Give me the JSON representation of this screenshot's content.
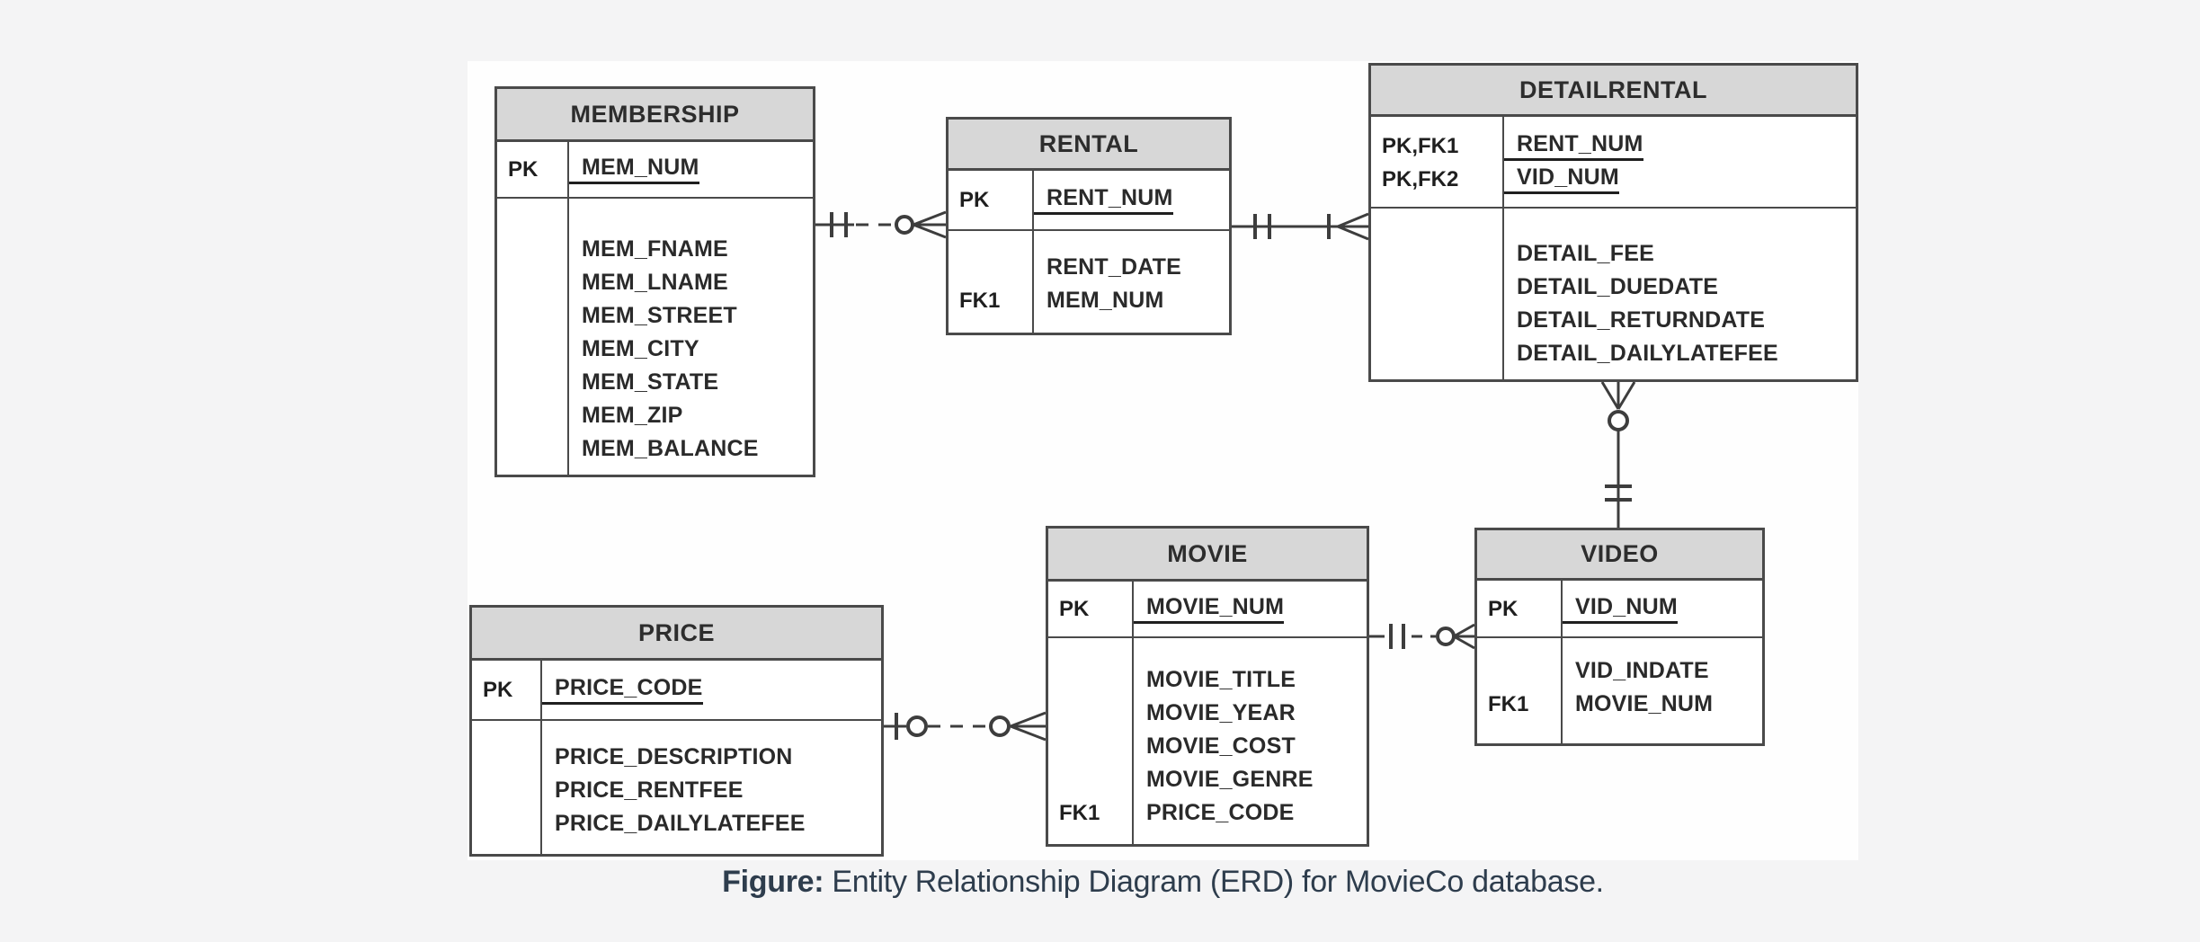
{
  "page": {
    "background_color": "#f4f4f5",
    "canvas_background_color": "#fefefe"
  },
  "colors": {
    "entity_header_fill": "#d7d7d7",
    "entity_border": "#4a4a4a",
    "relationship_line": "#3d3d3d",
    "caption_text": "#2e3d4d"
  },
  "caption": {
    "label": "Figure:",
    "text": " Entity Relationship Diagram (ERD) for MovieCo database."
  },
  "entities": [
    {
      "name": "MEMBERSHIP",
      "keys": [
        {
          "tag": "PK",
          "name": "MEM_NUM"
        }
      ],
      "attributes": [
        {
          "tag": "",
          "name": "MEM_FNAME"
        },
        {
          "tag": "",
          "name": "MEM_LNAME"
        },
        {
          "tag": "",
          "name": "MEM_STREET"
        },
        {
          "tag": "",
          "name": "MEM_CITY"
        },
        {
          "tag": "",
          "name": "MEM_STATE"
        },
        {
          "tag": "",
          "name": "MEM_ZIP"
        },
        {
          "tag": "",
          "name": "MEM_BALANCE"
        }
      ]
    },
    {
      "name": "RENTAL",
      "keys": [
        {
          "tag": "PK",
          "name": "RENT_NUM"
        }
      ],
      "attributes": [
        {
          "tag": "",
          "name": "RENT_DATE"
        },
        {
          "tag": "FK1",
          "name": "MEM_NUM"
        }
      ]
    },
    {
      "name": "DETAILRENTAL",
      "keys": [
        {
          "tag": "PK,FK1",
          "name": "RENT_NUM"
        },
        {
          "tag": "PK,FK2",
          "name": "VID_NUM"
        }
      ],
      "attributes": [
        {
          "tag": "",
          "name": "DETAIL_FEE"
        },
        {
          "tag": "",
          "name": "DETAIL_DUEDATE"
        },
        {
          "tag": "",
          "name": "DETAIL_RETURNDATE"
        },
        {
          "tag": "",
          "name": "DETAIL_DAILYLATEFEE"
        }
      ]
    },
    {
      "name": "MOVIE",
      "keys": [
        {
          "tag": "PK",
          "name": "MOVIE_NUM"
        }
      ],
      "attributes": [
        {
          "tag": "",
          "name": "MOVIE_TITLE"
        },
        {
          "tag": "",
          "name": "MOVIE_YEAR"
        },
        {
          "tag": "",
          "name": "MOVIE_COST"
        },
        {
          "tag": "",
          "name": "MOVIE_GENRE"
        },
        {
          "tag": "FK1",
          "name": "PRICE_CODE"
        }
      ]
    },
    {
      "name": "VIDEO",
      "keys": [
        {
          "tag": "PK",
          "name": "VID_NUM"
        }
      ],
      "attributes": [
        {
          "tag": "",
          "name": "VID_INDATE"
        },
        {
          "tag": "FK1",
          "name": "MOVIE_NUM"
        }
      ]
    },
    {
      "name": "PRICE",
      "keys": [
        {
          "tag": "PK",
          "name": "PRICE_CODE"
        }
      ],
      "attributes": [
        {
          "tag": "",
          "name": "PRICE_DESCRIPTION"
        },
        {
          "tag": "",
          "name": "PRICE_RENTFEE"
        },
        {
          "tag": "",
          "name": "PRICE_DAILYLATEFEE"
        }
      ]
    }
  ],
  "relationships": [
    {
      "from": "MEMBERSHIP",
      "to": "RENTAL",
      "from_cardinality": "exactly one",
      "to_cardinality": "zero or many",
      "line_style": "dashed"
    },
    {
      "from": "RENTAL",
      "to": "DETAILRENTAL",
      "from_cardinality": "exactly one",
      "to_cardinality": "one or many",
      "line_style": "solid"
    },
    {
      "from": "VIDEO",
      "to": "DETAILRENTAL",
      "from_cardinality": "exactly one",
      "to_cardinality": "zero or many",
      "line_style": "solid"
    },
    {
      "from": "MOVIE",
      "to": "VIDEO",
      "from_cardinality": "exactly one",
      "to_cardinality": "zero or many",
      "line_style": "dashed"
    },
    {
      "from": "PRICE",
      "to": "MOVIE",
      "from_cardinality": "zero or one",
      "to_cardinality": "zero or many",
      "line_style": "dashed"
    }
  ]
}
